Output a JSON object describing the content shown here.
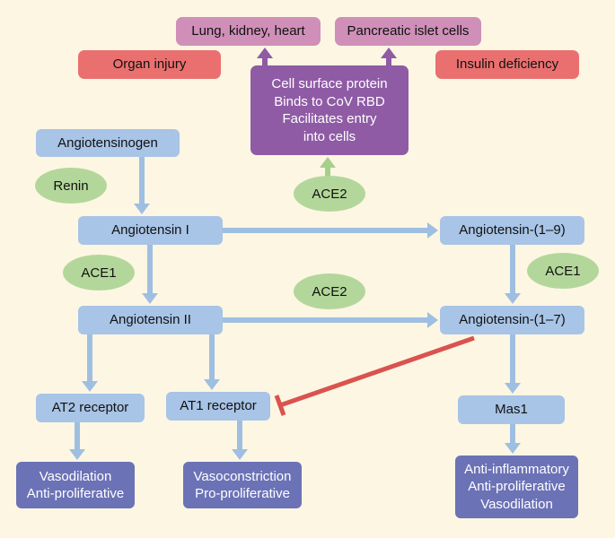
{
  "colors": {
    "background": "#fdf6e3",
    "arrow_blue": "#9fbfe2",
    "arrow_purple": "#8f5ba5",
    "arrow_green": "#a5d08a",
    "inhibition_red": "#d9534f",
    "organ_box": "#cf8fb8",
    "disease_box": "#e9706f",
    "ace2_protein_box": "#8f5ba5",
    "pathway_box": "#a8c4e6",
    "effect_box": "#6b72b6",
    "enzyme_ellipse": "#b3d79a"
  },
  "organs": {
    "lung_kidney_heart": "Lung, kidney, heart",
    "pancreatic_islet": "Pancreatic islet cells"
  },
  "conditions": {
    "organ_injury": "Organ injury",
    "insulin_deficiency": "Insulin deficiency"
  },
  "ace2_function": {
    "lines": [
      "Cell surface protein",
      "Binds to CoV RBD",
      "Facilitates entry",
      "into cells"
    ]
  },
  "pathway": {
    "angiotensinogen": "Angiotensinogen",
    "angiotensin_i": "Angiotensin I",
    "angiotensin_ii": "Angiotensin II",
    "angiotensin_1_9": "Angiotensin-(1–9)",
    "angiotensin_1_7": "Angiotensin-(1–7)",
    "at2_receptor": "AT2 receptor",
    "at1_receptor": "AT1 receptor",
    "mas1": "Mas1"
  },
  "enzymes": {
    "renin": "Renin",
    "ace2_top": "ACE2",
    "ace1_left": "ACE1",
    "ace2_middle": "ACE2",
    "ace1_right": "ACE1"
  },
  "effects": {
    "at2": [
      "Vasodilation",
      "Anti-proliferative"
    ],
    "at1": [
      "Vasoconstriction",
      "Pro-proliferative"
    ],
    "mas1": [
      "Anti-inflammatory",
      "Anti-proliferative",
      "Vasodilation"
    ]
  }
}
